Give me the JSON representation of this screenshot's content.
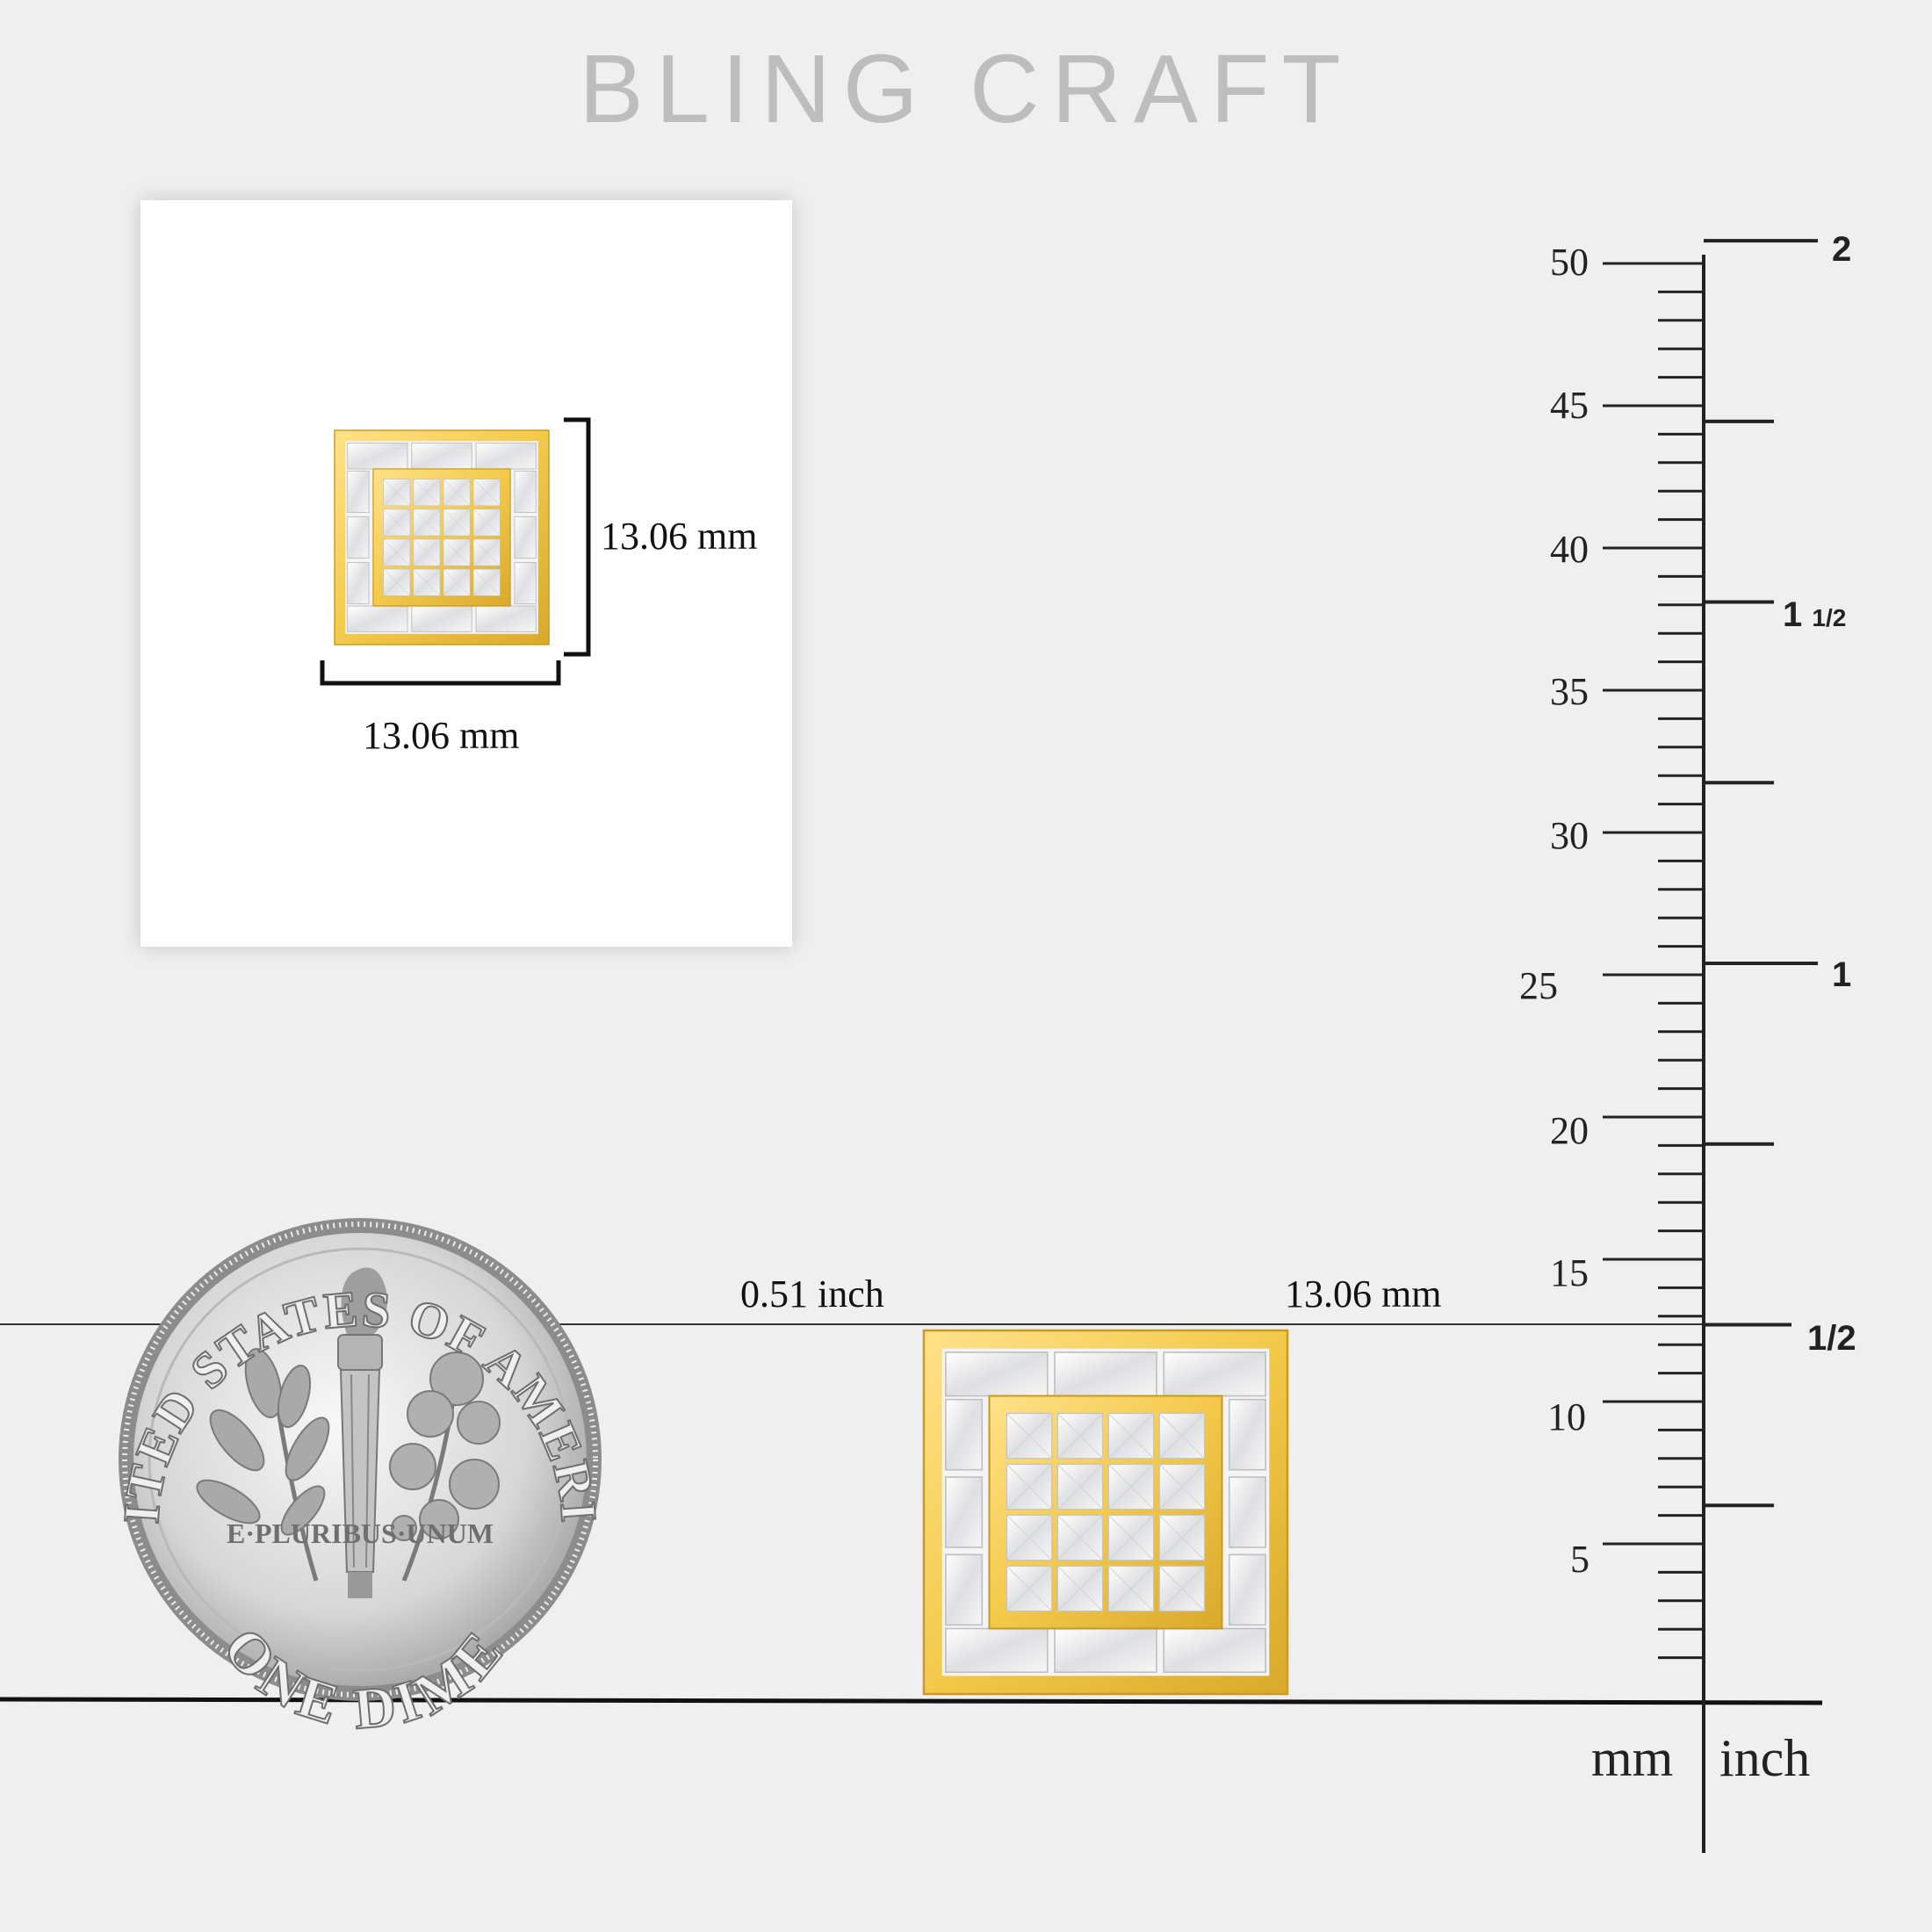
{
  "brand": "BLING CRAFT",
  "detail_view": {
    "height_label": "13.06 mm",
    "width_label": "13.06 mm"
  },
  "comparison": {
    "inch_label": "0.51 inch",
    "mm_label": "13.06 mm"
  },
  "coin": {
    "top_text": "UNITED STATES OF AMERICA",
    "motto": "E·PLURIBUS·UNUM",
    "denomination": "ONE DIME"
  },
  "ruler": {
    "mm_labels": [
      "50",
      "45",
      "40",
      "35",
      "30",
      "25",
      "20",
      "15",
      "10",
      "5"
    ],
    "inch_labels": {
      "two": "2",
      "one_half_whole": "1",
      "one_half_frac": "1/2",
      "one": "1",
      "half": "1/2"
    },
    "unit_mm": "mm",
    "unit_inch": "inch"
  },
  "colors": {
    "gold": "#f3c94a",
    "gold_dark": "#d9a92a",
    "stone": "#e9e9ea",
    "background": "#efefef"
  }
}
